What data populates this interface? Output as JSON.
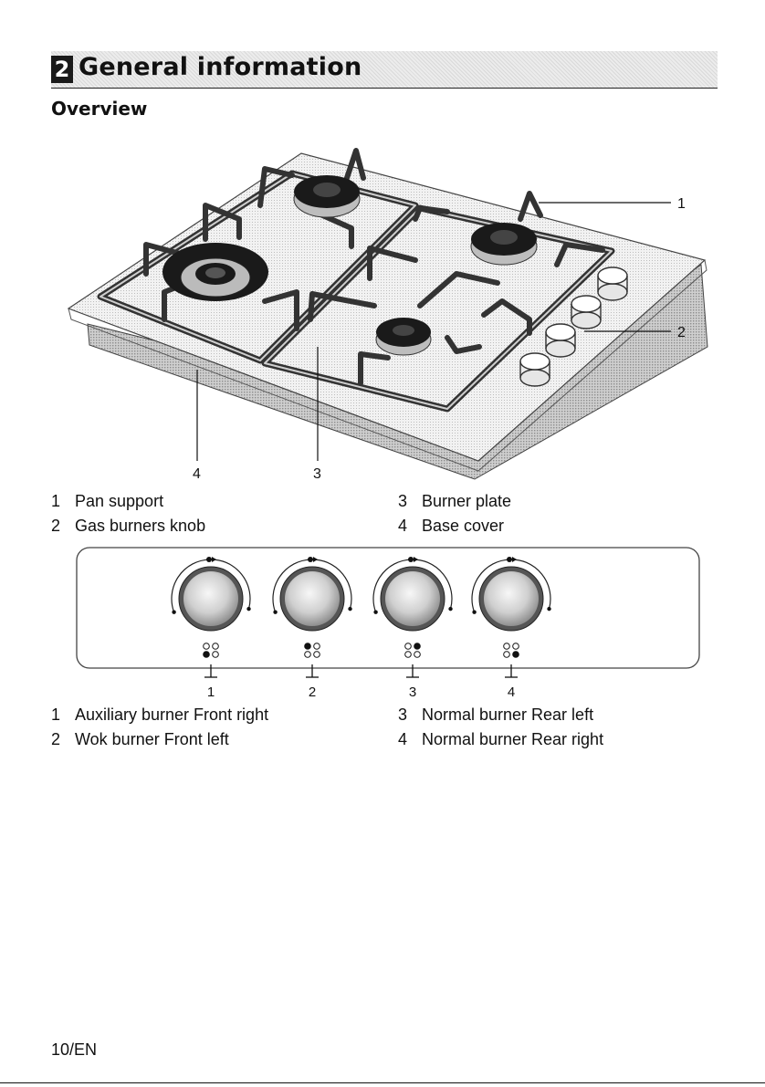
{
  "section": {
    "number": "2",
    "title": "General information"
  },
  "subsection": {
    "title": "Overview"
  },
  "hob_callouts": [
    "1",
    "2",
    "3",
    "4"
  ],
  "hob_legend": [
    {
      "num": "1",
      "label": "Pan support"
    },
    {
      "num": "2",
      "label": "Gas burners knob"
    },
    {
      "num": "3",
      "label": "Burner plate"
    },
    {
      "num": "4",
      "label": "Base cover"
    }
  ],
  "knob_labels": [
    "1",
    "2",
    "3",
    "4"
  ],
  "knob_legend": [
    {
      "num": "1",
      "label": "Auxiliary burner Front right"
    },
    {
      "num": "2",
      "label": "Wok burner Front left"
    },
    {
      "num": "3",
      "label": "Normal burner Rear left"
    },
    {
      "num": "4",
      "label": "Normal burner Rear right"
    }
  ],
  "page_number": "10/EN",
  "colors": {
    "header_band": "#e3e3e3",
    "number_box": "#1a1a1a",
    "text": "#111111"
  }
}
